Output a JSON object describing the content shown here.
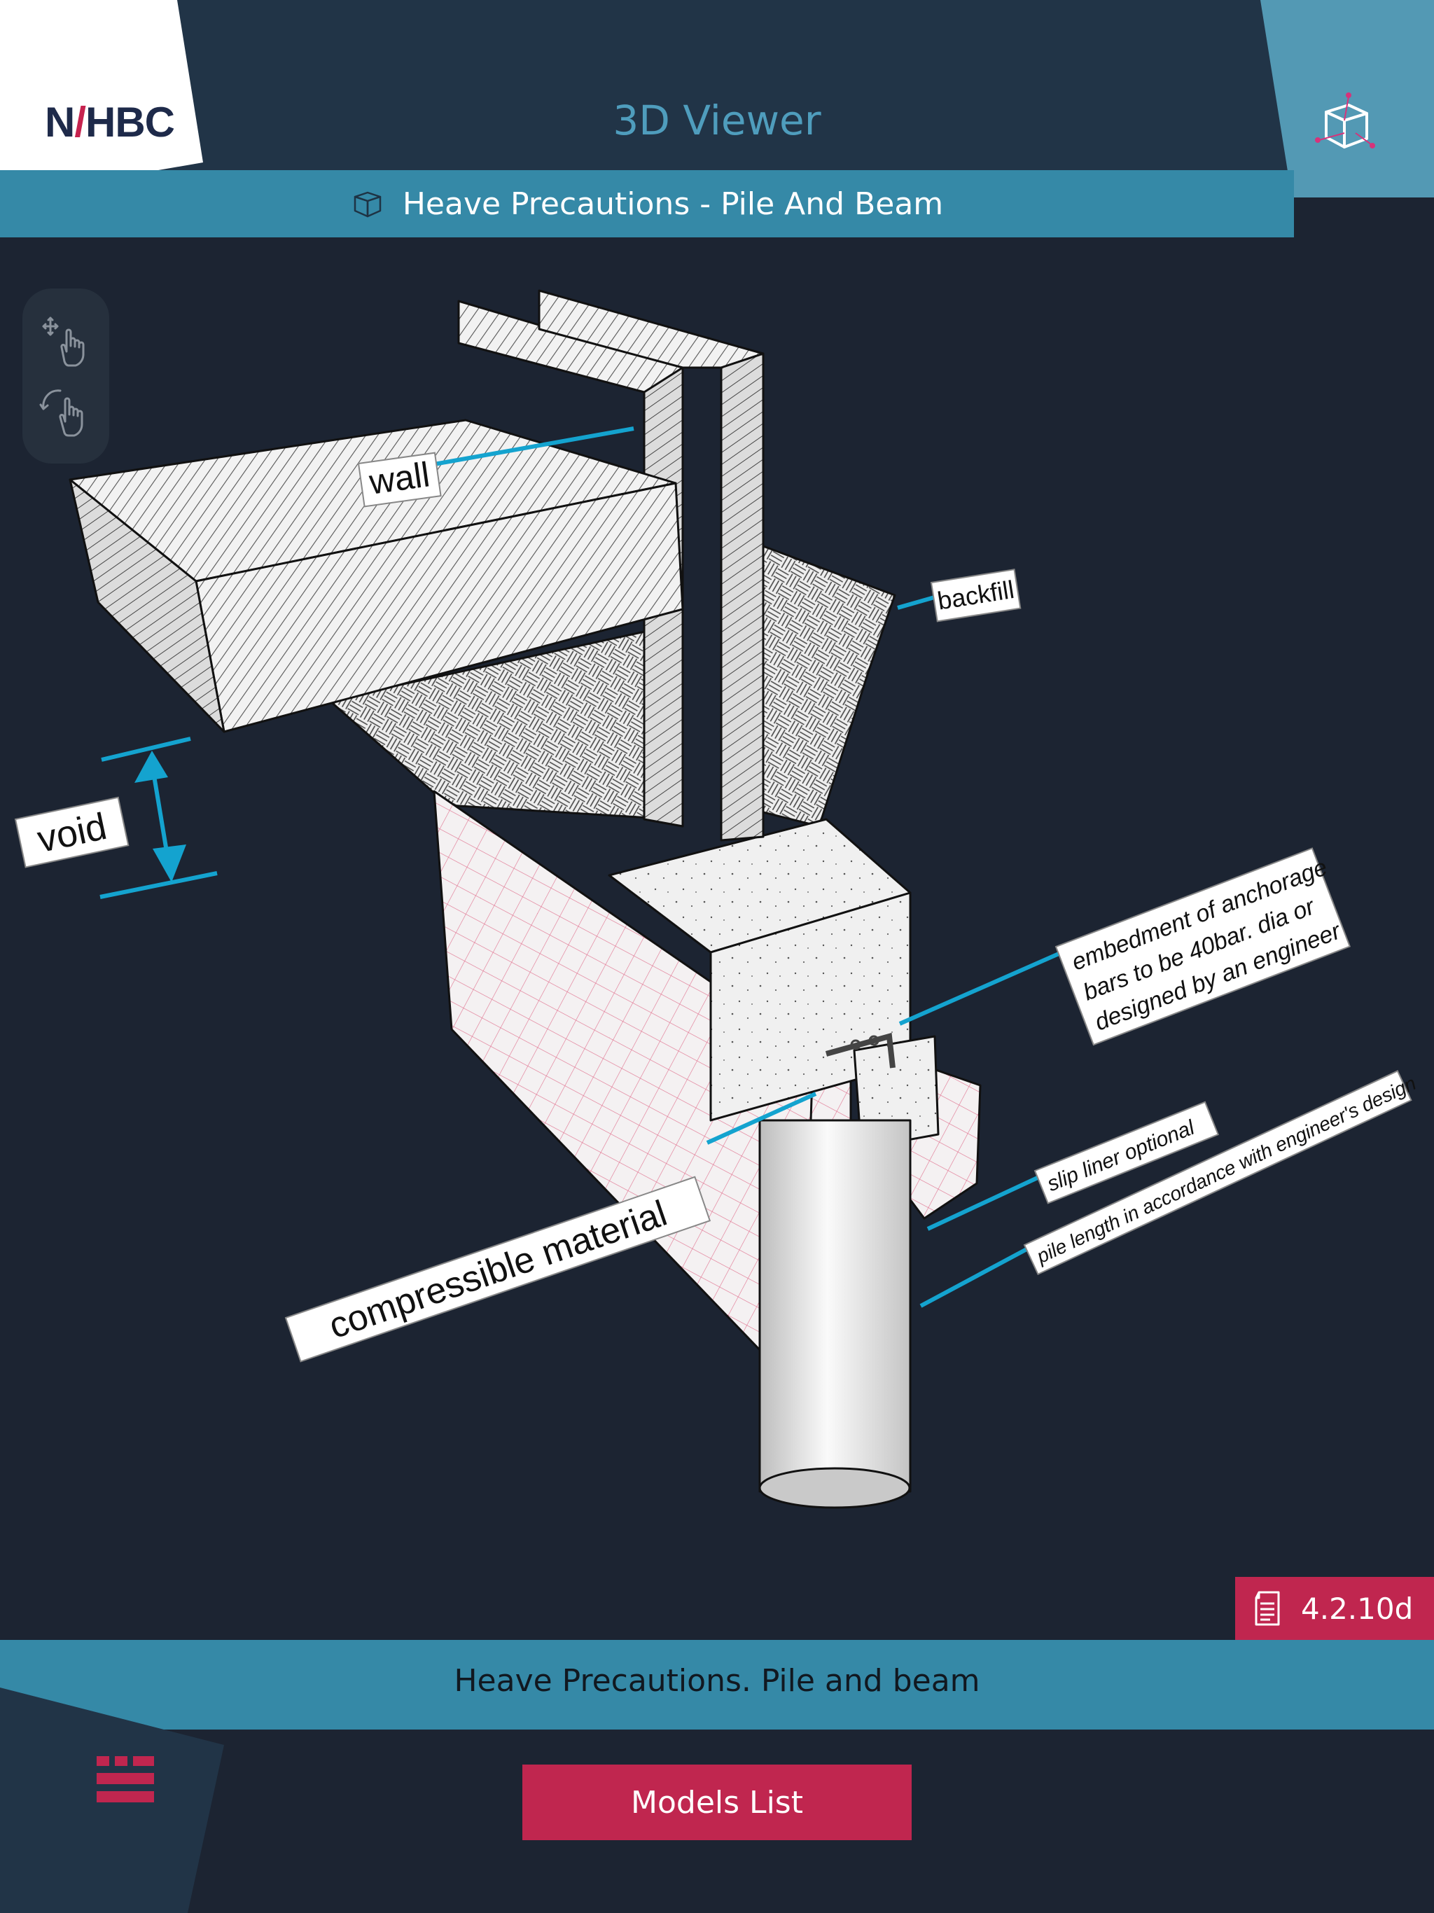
{
  "brand": {
    "logo_text": "NHBC",
    "logo_slash_color": "#c6234f"
  },
  "header": {
    "title": "3D Viewer",
    "model_name": "Heave Precautions - Pile And Beam"
  },
  "viewer": {
    "labels": {
      "wall": "wall",
      "backfill": "backfill",
      "void": "void",
      "embedment_1": "embedment of anchorage",
      "embedment_2": "bars to be 40bar. dia or",
      "embedment_3": "designed by an engineer",
      "slip_liner": "slip liner optional",
      "pile_length": "pile length in accordance with engineer's design",
      "compressible": "compressible material"
    },
    "reference": "4.2.10d"
  },
  "footer": {
    "caption": "Heave Precautions. Pile and beam",
    "models_button": "Models List"
  },
  "colors": {
    "accent": "#3589a7",
    "brand_red": "#c0264f",
    "header_bg": "#213447",
    "background": "#1c2432",
    "leader_line": "#14a3cf"
  },
  "icons": [
    "cube-icon",
    "pan-gesture-icon",
    "rotate-gesture-icon",
    "document-icon",
    "menu-icon"
  ]
}
